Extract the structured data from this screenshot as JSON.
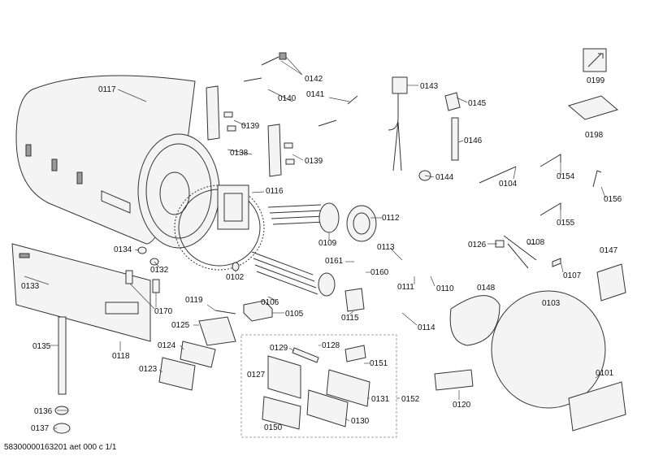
{
  "labels": {
    "p0117": "0117",
    "p0142": "0142",
    "p0140": "0140",
    "p0141": "0141",
    "p0139a": "0139",
    "p0139b": "0139",
    "p0138": "0138",
    "p0143": "0143",
    "p0145": "0145",
    "p0146": "0146",
    "p0144": "0144",
    "p0199": "0199",
    "p0198": "0198",
    "p0154": "0154",
    "p0156": "0156",
    "p0104": "0104",
    "p0155": "0155",
    "p0116": "0116",
    "p0112": "0112",
    "p0109": "0109",
    "p0113": "0113",
    "p0126": "0126",
    "p0108": "0108",
    "p0147": "0147",
    "p0107": "0107",
    "p0134": "0134",
    "p0132": "0132",
    "p0133": "0133",
    "p0102": "0102",
    "p0161": "0161",
    "p0160": "0160",
    "p0111": "0111",
    "p0110": "0110",
    "p0148": "0148",
    "p0103": "0103",
    "p0170": "0170",
    "p0119": "0119",
    "p0106": "0106",
    "p0105": "0105",
    "p0115": "0115",
    "p0114": "0114",
    "p0135": "0135",
    "p0125": "0125",
    "p0118": "0118",
    "p0124": "0124",
    "p0129": "0129",
    "p0128": "0128",
    "p0151": "0151",
    "p0123": "0123",
    "p0127": "0127",
    "p0131": "0131",
    "p0152": "0152",
    "p0120": "0120",
    "p0101": "0101",
    "p0136": "0136",
    "p0150": "0150",
    "p0130": "0130",
    "p0137": "0137"
  },
  "footer": "58300000163201 aet 000 c 1/1"
}
